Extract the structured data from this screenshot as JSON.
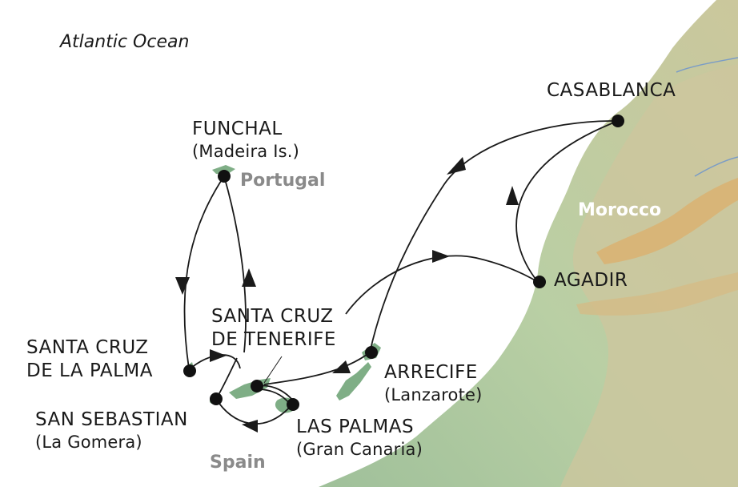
{
  "map": {
    "ocean_label": "Atlantic Ocean",
    "countries": {
      "portugal": "Portugal",
      "spain": "Spain",
      "morocco": "Morocco"
    },
    "ports": {
      "funchal": {
        "name": "FUNCHAL",
        "sub": "(Madeira Is.)"
      },
      "casablanca": {
        "name": "CASABLANCA"
      },
      "agadir": {
        "name": "AGADIR"
      },
      "tenerife": {
        "line1": "SANTA CRUZ",
        "line2": "DE TENERIFE"
      },
      "la_palma": {
        "line1": "SANTA CRUZ",
        "line2": "DE LA PALMA"
      },
      "arrecife": {
        "name": "ARRECIFE",
        "sub": "(Lanzarote)"
      },
      "san_sebastian": {
        "name": "SAN SEBASTIAN",
        "sub": "(La Gomera)"
      },
      "las_palmas": {
        "name": "LAS PALMAS",
        "sub": "(Gran Canaria)"
      }
    },
    "colors": {
      "water": "#ffffff",
      "coastal_land": "#b7cfa8",
      "inland": "#cfc59a",
      "mountains": "#d6b577",
      "island": "#7fae86",
      "route": "#1a1a1a",
      "port_dot": "#111111",
      "river": "#7a9cc6"
    }
  }
}
